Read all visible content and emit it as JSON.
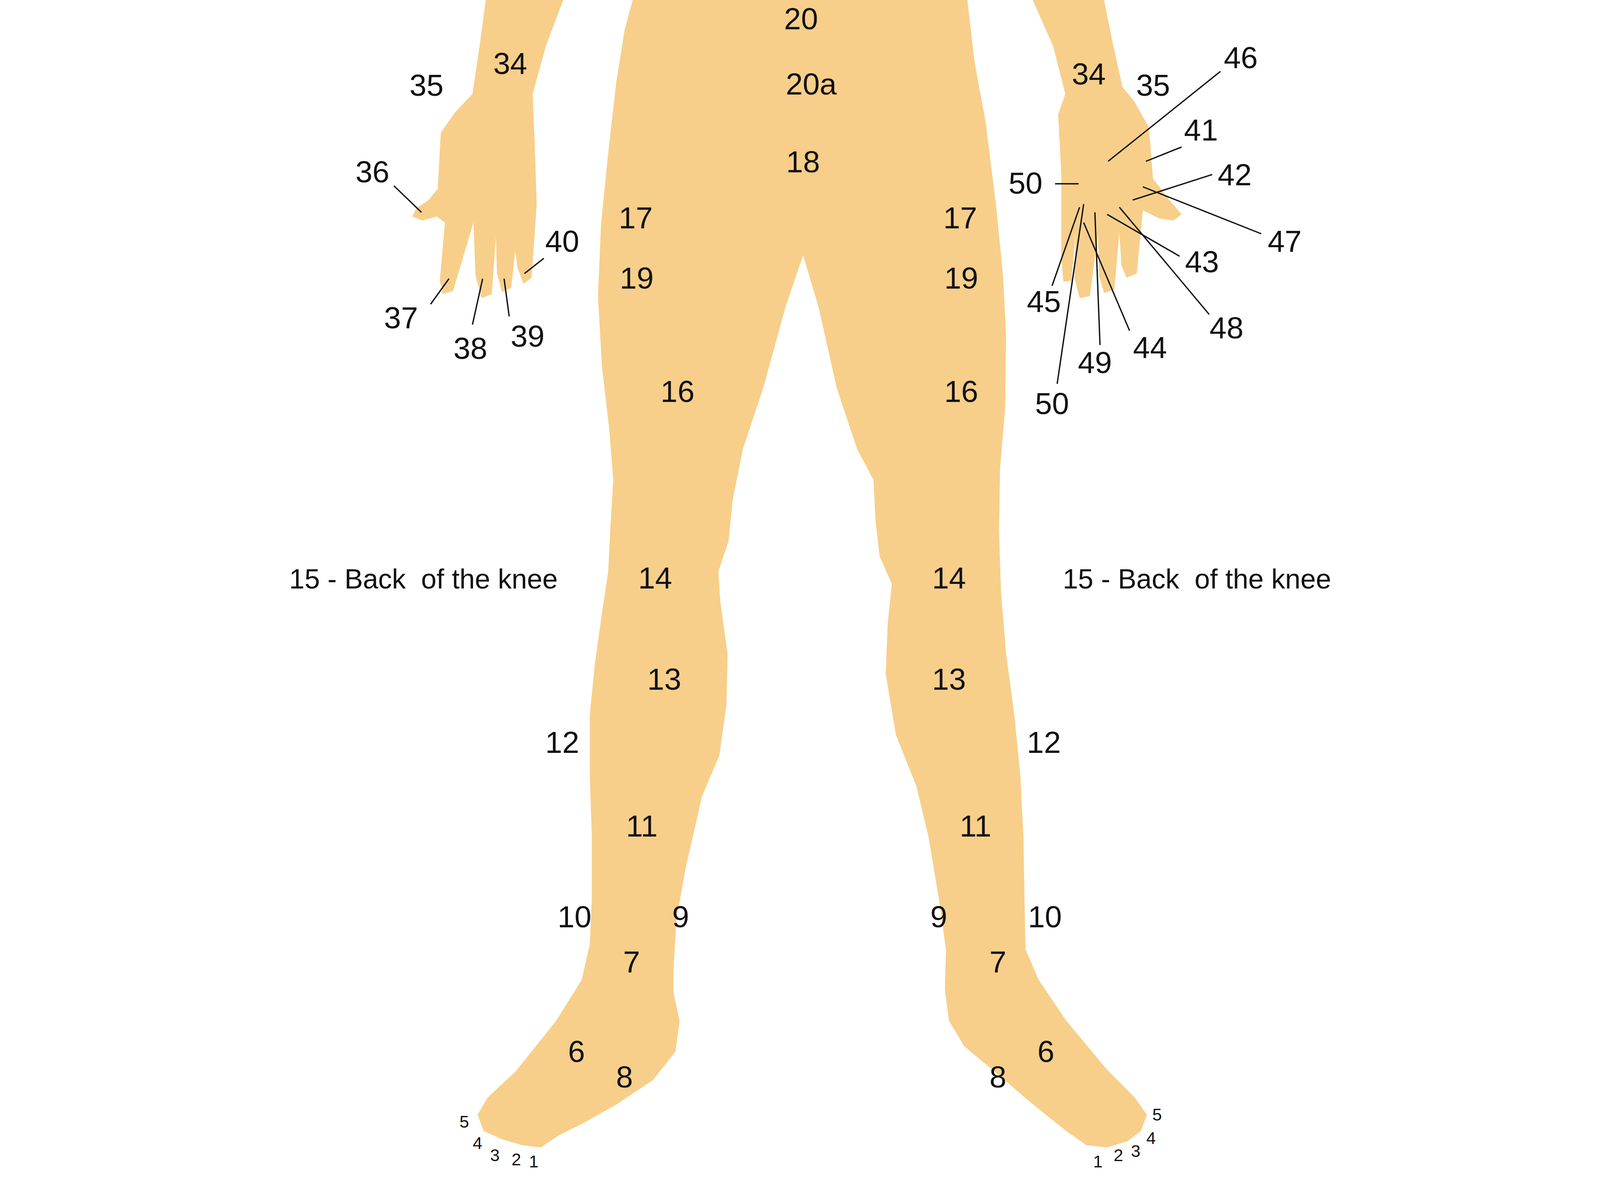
{
  "diagram": {
    "labels": [
      "20",
      "20a",
      "18",
      "35",
      "34",
      "36",
      "40",
      "37",
      "38",
      "39",
      "34",
      "35",
      "46",
      "41",
      "50",
      "42",
      "47",
      "43",
      "45",
      "48",
      "44",
      "49",
      "50",
      "17",
      "17",
      "19",
      "19",
      "16",
      "16",
      "15 - Back  of the knee",
      "14",
      "14",
      "15 - Back  of the knee",
      "13",
      "13",
      "12",
      "12",
      "11",
      "11",
      "10",
      "9",
      "9",
      "10",
      "7",
      "7",
      "6",
      "6",
      "8",
      "8",
      "5",
      "4",
      "3",
      "2",
      "1",
      "1",
      "2",
      "3",
      "4",
      "5"
    ]
  }
}
